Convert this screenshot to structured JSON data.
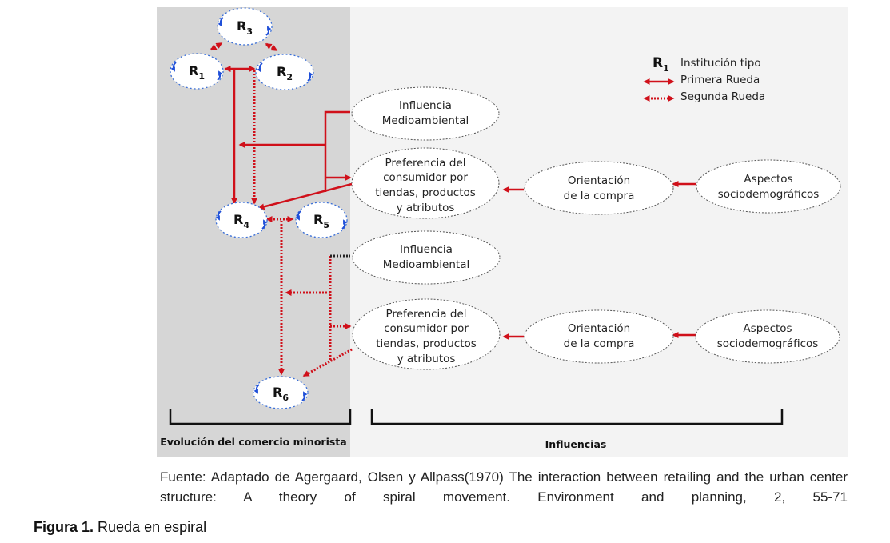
{
  "nodes": {
    "r3": {
      "main": "R",
      "sub": "3"
    },
    "r1": {
      "main": "R",
      "sub": "1"
    },
    "r2": {
      "main": "R",
      "sub": "2"
    },
    "r4": {
      "main": "R",
      "sub": "4"
    },
    "r5": {
      "main": "R",
      "sub": "5"
    },
    "r6": {
      "main": "R",
      "sub": "6"
    },
    "influencia_1": [
      "Influencia",
      "Medioambiental"
    ],
    "preferencia_1": [
      "Preferencia del",
      "consumidor por",
      "tiendas, productos",
      "y atributos"
    ],
    "orientacion_1": [
      "Orientación",
      "de la compra"
    ],
    "aspectos_1": [
      "Aspectos",
      "sociodemográficos"
    ],
    "influencia_2": [
      "Influencia",
      "Medioambiental"
    ],
    "preferencia_2": [
      "Preferencia del",
      "consumidor por",
      "tiendas, productos",
      "y atributos"
    ],
    "orientacion_2": [
      "Orientación",
      "de la compra"
    ],
    "aspectos_2": [
      "Aspectos",
      "sociodemográficos"
    ]
  },
  "legend": {
    "symbol_main": "R",
    "symbol_sub": "1",
    "institution": "Institución tipo",
    "primera": "Primera Rueda",
    "segunda": "Segunda Rueda"
  },
  "sections": {
    "left": "Evolución del comercio minorista",
    "right": "Influencias"
  },
  "caption": {
    "source": "Fuente: Adaptado de Agergaard, Olsen y Allpass(1970) The interaction between retailing and the urban center structure: A theory of spiral movement. Environment and planning, 2, 55-71",
    "figure_label": "Figura 1.",
    "figure_title": "Rueda en espiral"
  },
  "colors": {
    "arrow": "#d0101a",
    "left_panel": "#d6d6d6",
    "right_panel": "#f3f3f3",
    "cycle_arrows": "#1f4fd8"
  }
}
